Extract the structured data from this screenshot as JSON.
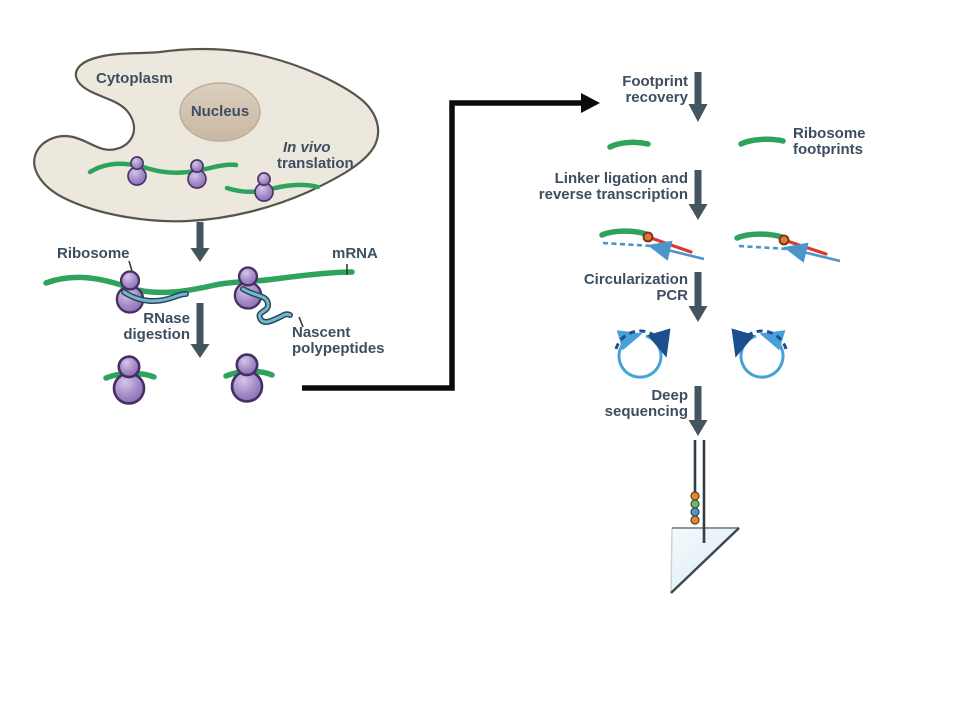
{
  "colors": {
    "text_color": "#3d4e60",
    "mrna_green": "#2ea35b",
    "ribosome_outline": "#463063",
    "nascent_dark": "#2c4857",
    "nascent_light": "#74b5d2",
    "arrow_slate": "#45555f",
    "connector_black": "#0b0b0b",
    "cell_fill": "#ece8de",
    "cell_outline": "#56554c",
    "linker_blue": "#4d94c8",
    "linker_red": "#d93b2b",
    "linker_dot": "#e2772e",
    "circle_ltblue": "#45a1d8",
    "circle_navy": "#1d4f8f",
    "seq_line": "#2e3f4a",
    "dot_orange": "#e8862a",
    "dot_green": "#6cb75f",
    "dot_blue": "#4d94c8"
  },
  "cell": {
    "cytoplasm": "Cytoplasm",
    "nucleus": "Nucleus",
    "invivo1": "In vivo",
    "invivo2": "translation"
  },
  "mid": {
    "ribosome": "Ribosome",
    "mrna": "mRNA",
    "rnase1": "RNase",
    "rnase2": "digestion",
    "nascent1": "Nascent",
    "nascent2": "polypeptides"
  },
  "right": {
    "fp1": "Footprint",
    "fp2": "recovery",
    "rf1": "Ribosome",
    "rf2": "footprints",
    "ll1": "Linker ligation and",
    "ll2": "reverse transcription",
    "circ1": "Circularization",
    "circ2": "PCR",
    "ds1": "Deep",
    "ds2": "sequencing"
  }
}
